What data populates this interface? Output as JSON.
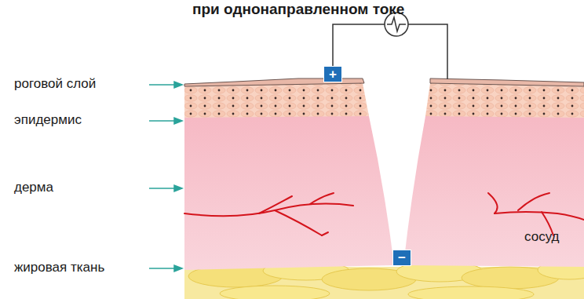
{
  "diagram": {
    "title": "при однонаправленном токе",
    "nodes": [
      {
        "text": [
          "+"
        ]
      },
      {
        "text": [
          "−"
        ]
      }
    ],
    "labels": [
      "роговой слой",
      "эпидермис",
      "дерма",
      "жировая ткань",
      "сосуд"
    ]
  }
}
